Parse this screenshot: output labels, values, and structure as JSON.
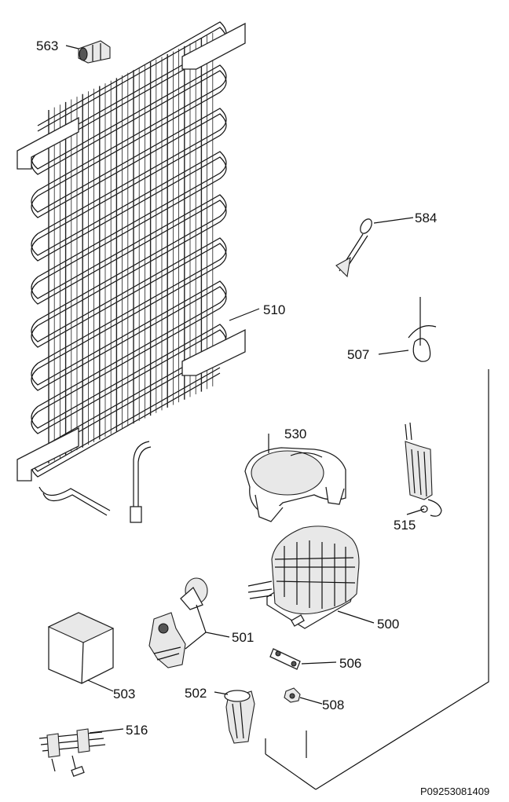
{
  "labels": {
    "l563": "563",
    "l584": "584",
    "l510": "510",
    "l507": "507",
    "l530": "530",
    "l515": "515",
    "l500": "500",
    "l501": "501",
    "l506": "506",
    "l503": "503",
    "l502": "502",
    "l508": "508",
    "l516": "516"
  },
  "footer": {
    "drawing_code": "P09253081409"
  }
}
